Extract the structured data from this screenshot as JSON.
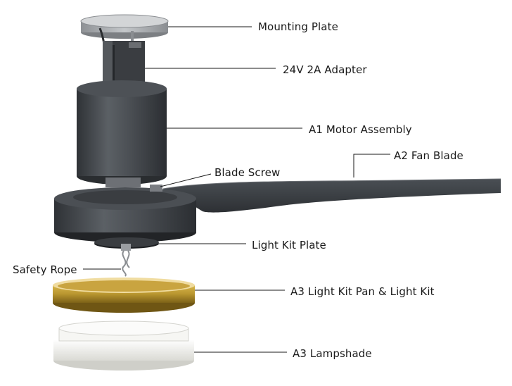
{
  "labels": {
    "mounting_plate": "Mounting Plate",
    "adapter": "24V 2A Adapter",
    "motor_assembly": "A1 Motor Assembly",
    "fan_blade": "A2 Fan Blade",
    "blade_screw": "Blade Screw",
    "light_kit_plate": "Light Kit Plate",
    "safety_rope": "Safety Rope",
    "light_kit_pan": "A3 Light Kit Pan & Light Kit",
    "lampshade": "A3 Lampshade"
  },
  "colors": {
    "leader_line": "#1a1a1a",
    "metal_dark": "#3e4247",
    "metal_mid": "#5a5f64",
    "blade": "#3b3f44",
    "gold": "#b8952f",
    "shade": "#eeeeea",
    "plate": "#a9acaf"
  }
}
